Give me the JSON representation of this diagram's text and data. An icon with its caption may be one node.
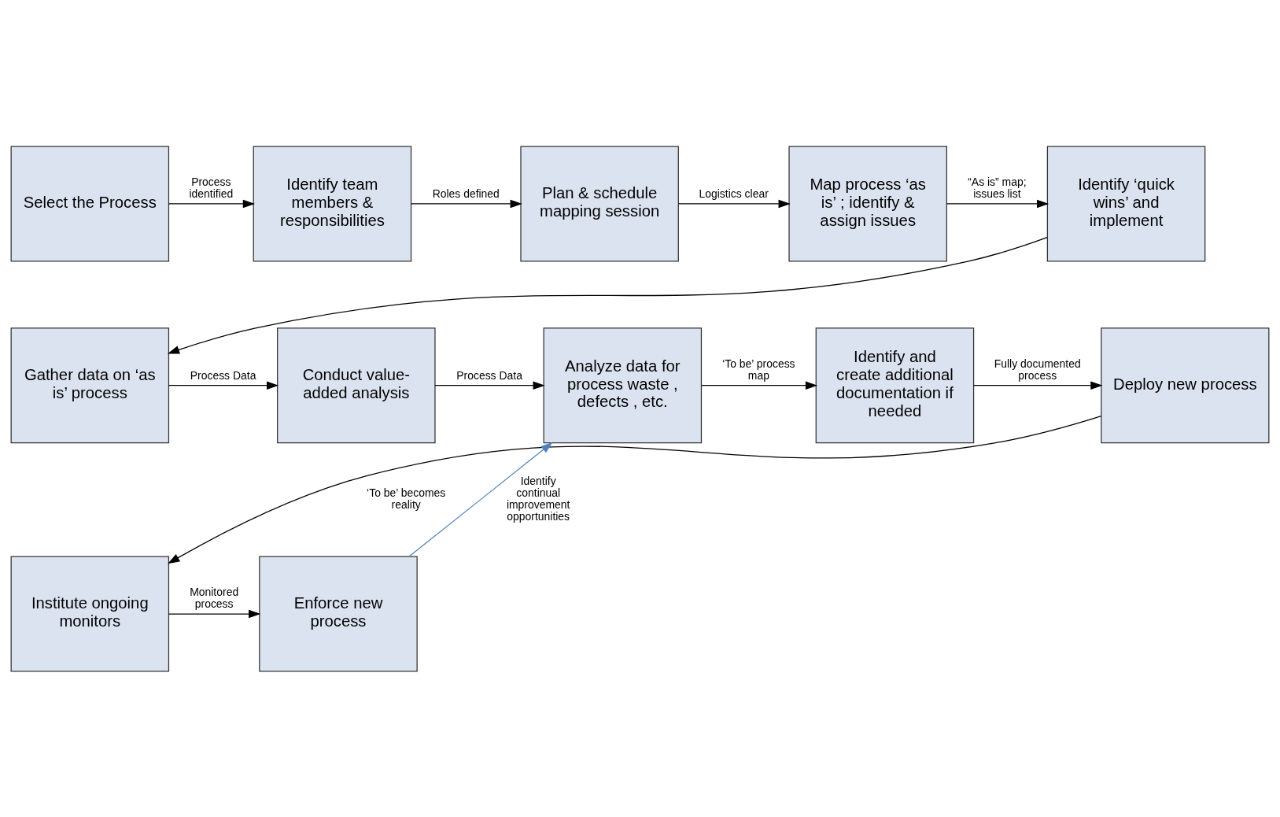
{
  "diagram": {
    "nodes": [
      {
        "text": [
          "Select the Process"
        ]
      },
      {
        "text": [
          "Identify team members & responsibilities"
        ]
      },
      {
        "text": [
          "Plan & schedule mapping session"
        ]
      },
      {
        "text": [
          "Map process ‘as is’ ; identify & assign issues"
        ]
      },
      {
        "text": [
          "Identify ‘quick wins’ and implement"
        ]
      },
      {
        "text": [
          "Gather data on ‘as is’ process"
        ]
      },
      {
        "text": [
          "Conduct value-added analysis"
        ]
      },
      {
        "text": [
          "Analyze data for process waste , defects , etc."
        ]
      },
      {
        "text": [
          "Identify and create additional documentation if needed"
        ]
      },
      {
        "text": [
          "Deploy new process"
        ]
      },
      {
        "text": [
          "Institute ongoing monitors"
        ]
      },
      {
        "text": [
          "Enforce new process"
        ]
      }
    ],
    "edges": [
      {
        "from": 0,
        "to": 1,
        "arrow": "to",
        "label": "Process identified"
      },
      {
        "from": 1,
        "to": 2,
        "arrow": "to",
        "label": "Roles defined"
      },
      {
        "from": 2,
        "to": 3,
        "arrow": "to",
        "label": "Logistics clear"
      },
      {
        "from": 3,
        "to": 4,
        "arrow": "to",
        "label": "“As is” map; issues list"
      },
      {
        "from": 4,
        "to": 5,
        "arrow": "to"
      },
      {
        "from": 5,
        "to": 6,
        "arrow": "to",
        "label": "Process Data"
      },
      {
        "from": 6,
        "to": 7,
        "arrow": "to",
        "label": "Process Data"
      },
      {
        "from": 7,
        "to": 8,
        "arrow": "to",
        "label": "‘To be’ process map"
      },
      {
        "from": 8,
        "to": 9,
        "arrow": "to",
        "label": "Fully documented process"
      },
      {
        "from": 9,
        "to": 10,
        "arrow": "to",
        "label": "‘To be’ becomes reality"
      },
      {
        "from": 10,
        "to": 11,
        "arrow": "to",
        "label": "Monitored process"
      },
      {
        "from": 11,
        "to": 7,
        "arrow": "to",
        "label": "Identify continual improvement opportunities",
        "color": "#4f81bd"
      }
    ]
  }
}
